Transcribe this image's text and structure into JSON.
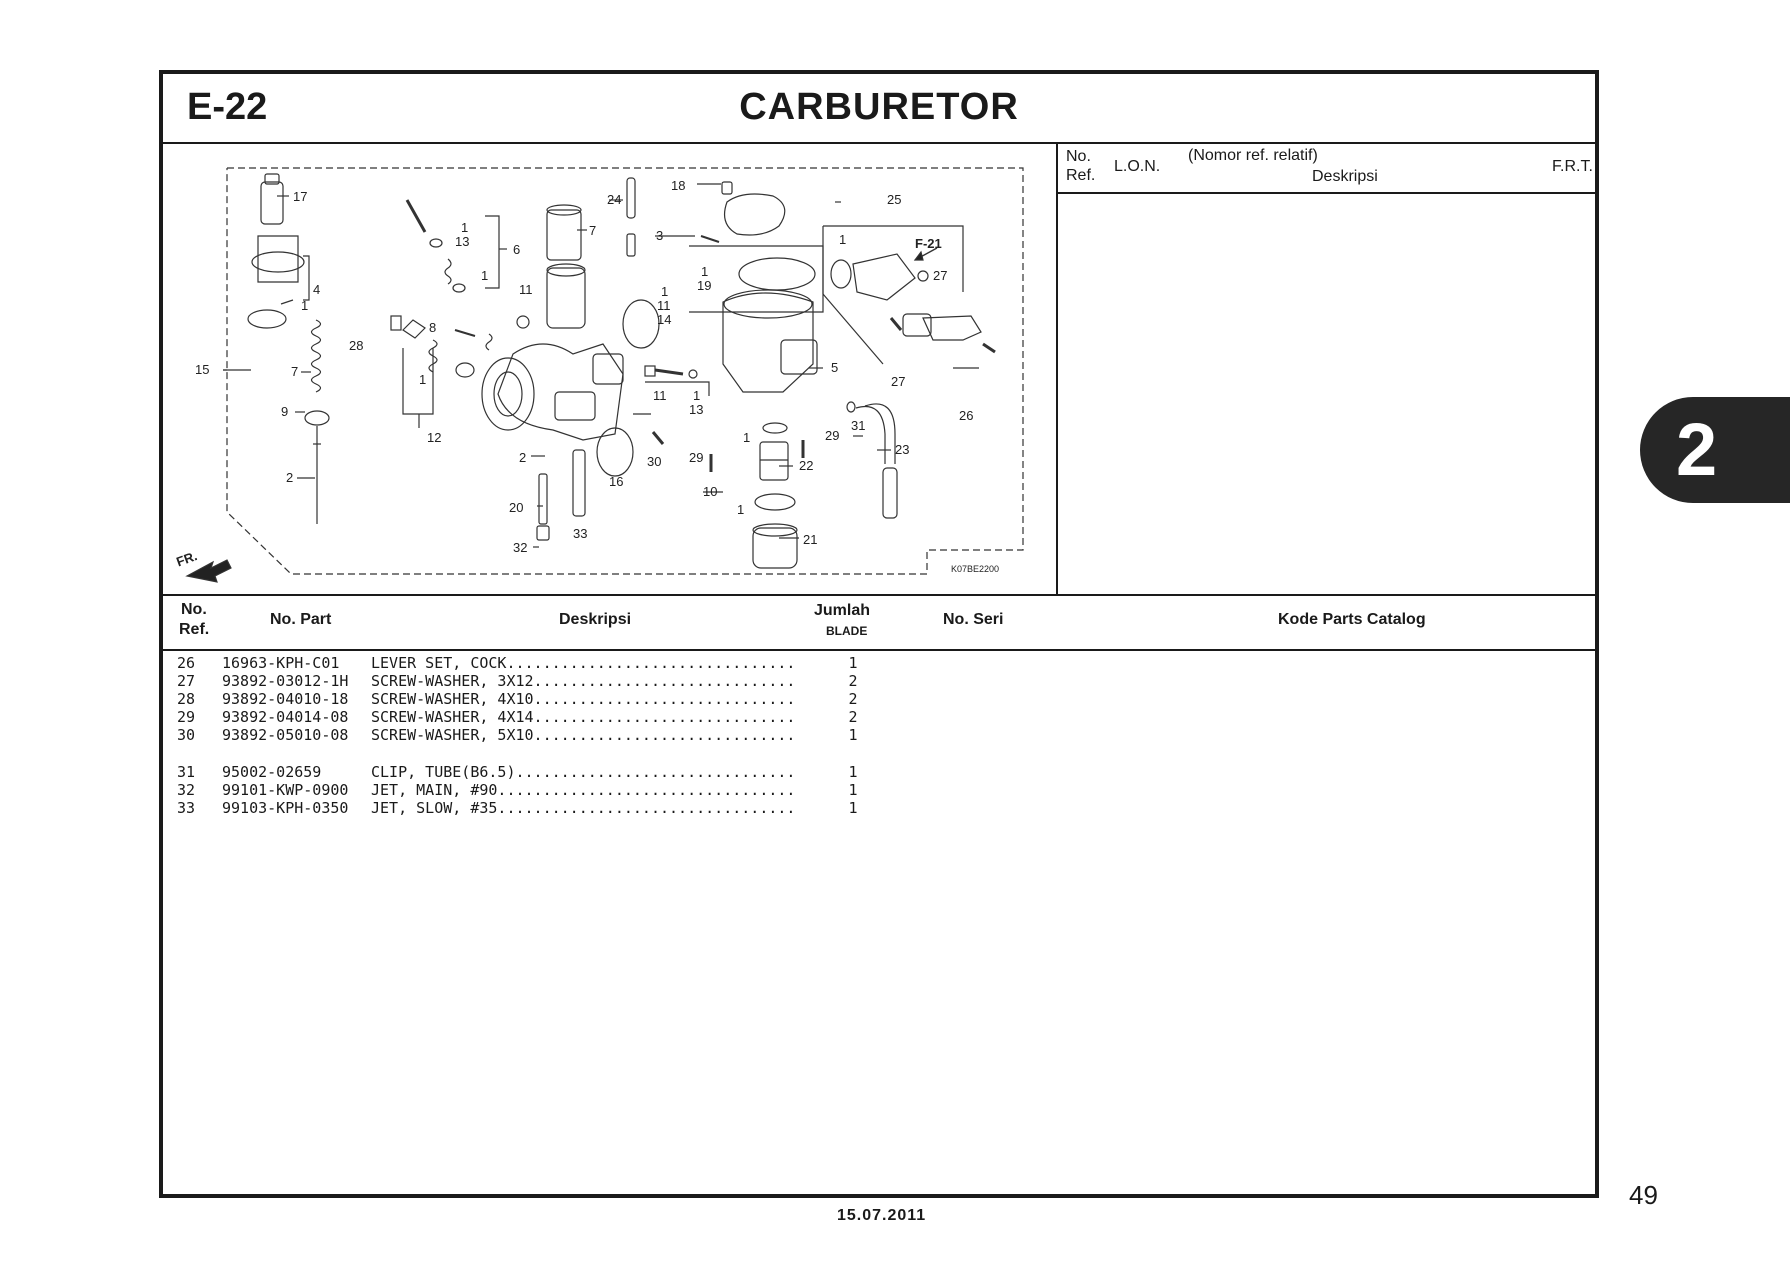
{
  "header": {
    "code": "E-22",
    "title": "CARBURETOR"
  },
  "diagram": {
    "ref_code": "K07BE2200",
    "fr_label": "FR.",
    "f21_label": "F-21",
    "callouts": [
      "1",
      "2",
      "3",
      "4",
      "5",
      "6",
      "7",
      "8",
      "9",
      "10",
      "11",
      "12",
      "13",
      "14",
      "15",
      "16",
      "17",
      "18",
      "19",
      "20",
      "21",
      "22",
      "23",
      "24",
      "25",
      "26",
      "27",
      "28",
      "29",
      "30",
      "31",
      "32",
      "33"
    ]
  },
  "right_header": {
    "no": "No.",
    "ref": "Ref.",
    "lon": "L.O.N.",
    "nomor": "(Nomor ref. relatif)",
    "deskripsi": "Deskripsi",
    "frt": "F.R.T."
  },
  "table": {
    "headers": {
      "no": "No.",
      "ref": "Ref.",
      "no_part": "No. Part",
      "deskripsi": "Deskripsi",
      "jumlah": "Jumlah",
      "blade": "BLADE",
      "no_seri": "No. Seri",
      "kode": "Kode Parts Catalog"
    },
    "rows": [
      {
        "ref": "26",
        "part": "16963-KPH-C01",
        "desc": "LEVER SET, COCK................................",
        "qty": "1"
      },
      {
        "ref": "27",
        "part": "93892-03012-1H",
        "desc": "SCREW-WASHER, 3X12.............................",
        "qty": "2"
      },
      {
        "ref": "28",
        "part": "93892-04010-18",
        "desc": "SCREW-WASHER, 4X10.............................",
        "qty": "2"
      },
      {
        "ref": "29",
        "part": "93892-04014-08",
        "desc": "SCREW-WASHER, 4X14.............................",
        "qty": "2"
      },
      {
        "ref": "30",
        "part": "93892-05010-08",
        "desc": "SCREW-WASHER, 5X10.............................",
        "qty": "1"
      },
      {
        "ref": "31",
        "part": "95002-02659",
        "desc": "CLIP, TUBE(B6.5)...............................",
        "qty": "1"
      },
      {
        "ref": "32",
        "part": "99101-KWP-0900",
        "desc": "JET, MAIN, #90.................................",
        "qty": "1"
      },
      {
        "ref": "33",
        "part": "99103-KPH-0350",
        "desc": "JET, SLOW, #35.................................",
        "qty": "1"
      }
    ]
  },
  "footer": {
    "date": "15.07.2011",
    "page": "49",
    "section_tab": "2"
  }
}
